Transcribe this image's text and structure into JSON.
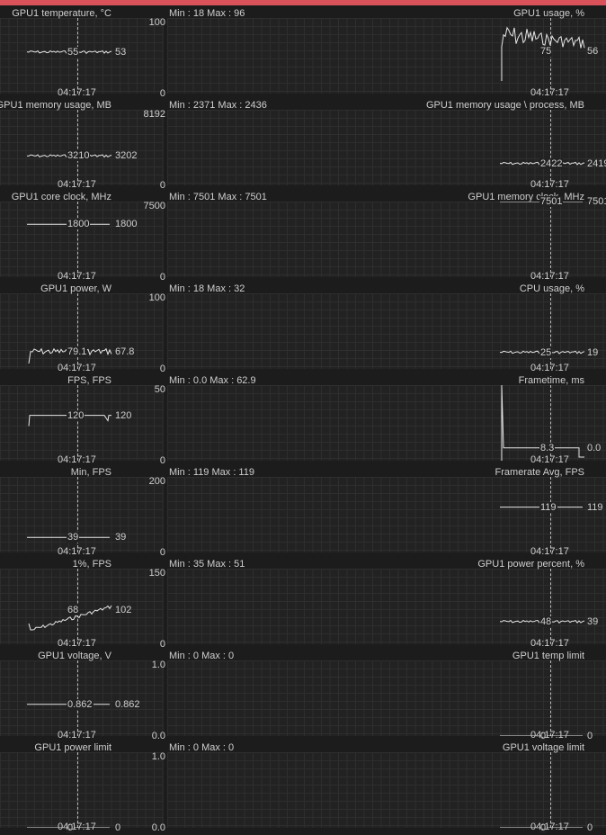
{
  "time": "04:17:17",
  "rows": [
    {
      "left": {
        "title": "GPU1 temperature, °C",
        "mid": "55",
        "cur": "53",
        "trace": "noise",
        "level": 0.55
      },
      "right": {
        "title": "GPU1 usage, %",
        "mid": "75",
        "cur": "56",
        "trace": "usage",
        "level": 0.56
      },
      "minmax": "Min : 18   Max : 96",
      "ymax": "100",
      "ymin": "0"
    },
    {
      "left": {
        "title": "GPU1 memory usage, MB",
        "mid": "3210",
        "cur": "3202",
        "trace": "noise",
        "level": 0.39
      },
      "right": {
        "title": "GPU1 memory usage \\ process, MB",
        "mid": "2422",
        "cur": "2419",
        "trace": "noise",
        "level": 0.29
      },
      "minmax": "Min : 2371   Max : 2436",
      "ymax": "8192",
      "ymin": "0"
    },
    {
      "left": {
        "title": "GPU1 core clock, MHz",
        "mid": "1800",
        "cur": "1800",
        "trace": "flat",
        "level": 0.7
      },
      "right": {
        "title": "GPU1 memory clock, MHz",
        "mid": "7501",
        "cur": "7501",
        "trace": "flat",
        "level": 1.0
      },
      "minmax": "Min : 7501   Max : 7501",
      "ymax": "7500",
      "ymin": "0"
    },
    {
      "left": {
        "title": "GPU1 power, W",
        "mid": "79.1",
        "cur": "67.8",
        "trace": "power",
        "level": 0.23
      },
      "right": {
        "title": "CPU usage, %",
        "mid": "25",
        "cur": "19",
        "trace": "noise",
        "level": 0.22
      },
      "minmax": "Min : 18   Max : 32",
      "ymax": "100",
      "ymin": "0"
    },
    {
      "left": {
        "title": "FPS, FPS",
        "mid": "120",
        "cur": "120",
        "trace": "fps",
        "level": 0.6
      },
      "right": {
        "title": "Frametime, ms",
        "mid": "8.3",
        "cur": "0.0",
        "trace": "frametime",
        "level": 0.17
      },
      "minmax": "Min : 0.0   Max : 62.9",
      "ymax": "50",
      "ymin": "0"
    },
    {
      "left": {
        "title": "Min, FPS",
        "mid": "39",
        "cur": "39",
        "trace": "flat",
        "level": 0.2
      },
      "right": {
        "title": "Framerate Avg, FPS",
        "mid": "119",
        "cur": "119",
        "trace": "flat",
        "level": 0.6
      },
      "minmax": "Min : 119   Max : 119",
      "ymax": "200",
      "ymin": "0"
    },
    {
      "left": {
        "title": "1%, FPS",
        "mid": "68",
        "cur": "102",
        "trace": "rise",
        "level": 0.45
      },
      "right": {
        "title": "GPU1 power percent, %",
        "mid": "48",
        "cur": "39",
        "trace": "noise",
        "level": 0.3
      },
      "minmax": "Min : 35   Max : 51",
      "ymax": "150",
      "ymin": "0"
    },
    {
      "left": {
        "title": "GPU1 voltage, V",
        "mid": "0.862",
        "cur": "0.862",
        "trace": "flat",
        "level": 0.42
      },
      "right": {
        "title": "GPU1 temp limit",
        "mid": "0",
        "cur": "0",
        "trace": "flat",
        "level": 0.0
      },
      "minmax": "Min : 0   Max : 0",
      "ymax": "1.0",
      "ymin": "0.0"
    },
    {
      "left": {
        "title": "GPU1 power limit",
        "mid": "0",
        "cur": "0",
        "trace": "flat",
        "level": 0.0
      },
      "right": {
        "title": "GPU1 voltage limit",
        "mid": "0",
        "cur": "0",
        "trace": "flat",
        "level": 0.0
      },
      "minmax": "Min : 0   Max : 0",
      "ymax": "1.0",
      "ymin": "0.0"
    }
  ]
}
